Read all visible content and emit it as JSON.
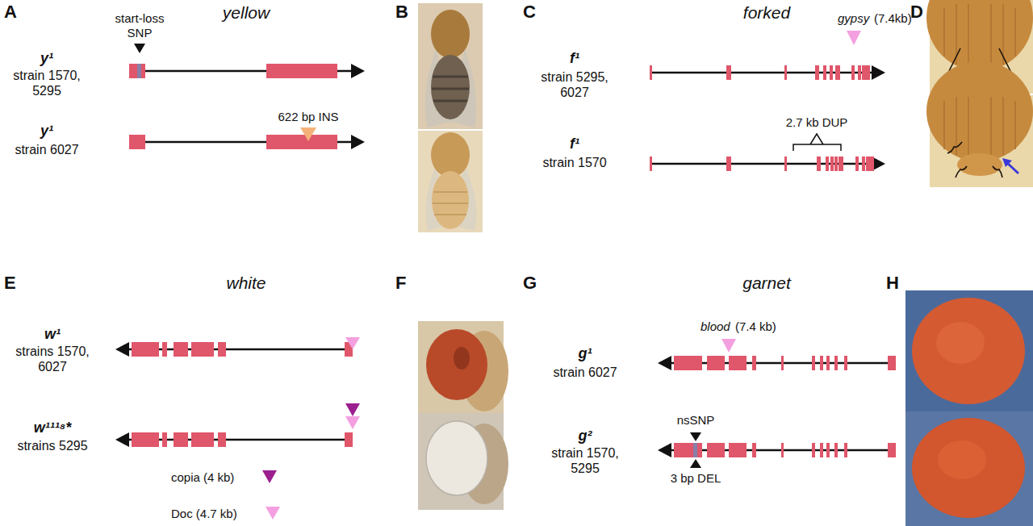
{
  "diagram": {
    "labels": [
      "A",
      "yellow",
      "start-loss SNP",
      "y¹",
      "strain 1570, 5295",
      "y¹",
      "strain 6027",
      "622 bp INS",
      "B",
      "C",
      "forked",
      "gypsy",
      "(7.4kb)",
      "f¹",
      "strain 5295, 6027",
      "2.7 kb DUP",
      "f¹",
      "strain 1570",
      "D",
      "E",
      "white",
      "w¹",
      "strains 1570, 6027",
      "w¹¹¹⁸*",
      "strains 5295",
      "F",
      "G",
      "garnet",
      "blood",
      "(7.4 kb)",
      "g¹",
      "strain 6027",
      "nsSNP",
      "g²",
      "3 bp DEL",
      "strain 1570, 5295",
      "H"
    ],
    "legend": [
      {
        "text": "copia (4 kb)"
      },
      {
        "text": "Doc (4.7 kb)"
      }
    ]
  }
}
